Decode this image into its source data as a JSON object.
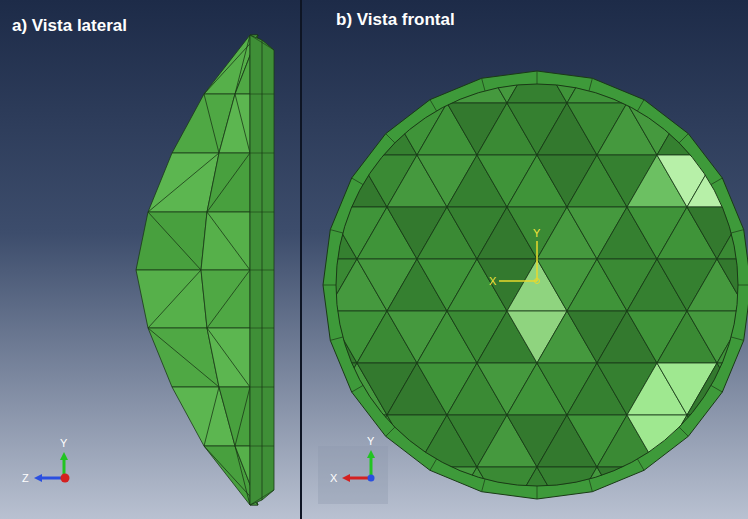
{
  "diagram": {
    "labels": [
      "a) Vista lateral",
      "b) Vista frontal",
      "Y",
      "X",
      "Y",
      "Z",
      "Y",
      "X"
    ]
  }
}
